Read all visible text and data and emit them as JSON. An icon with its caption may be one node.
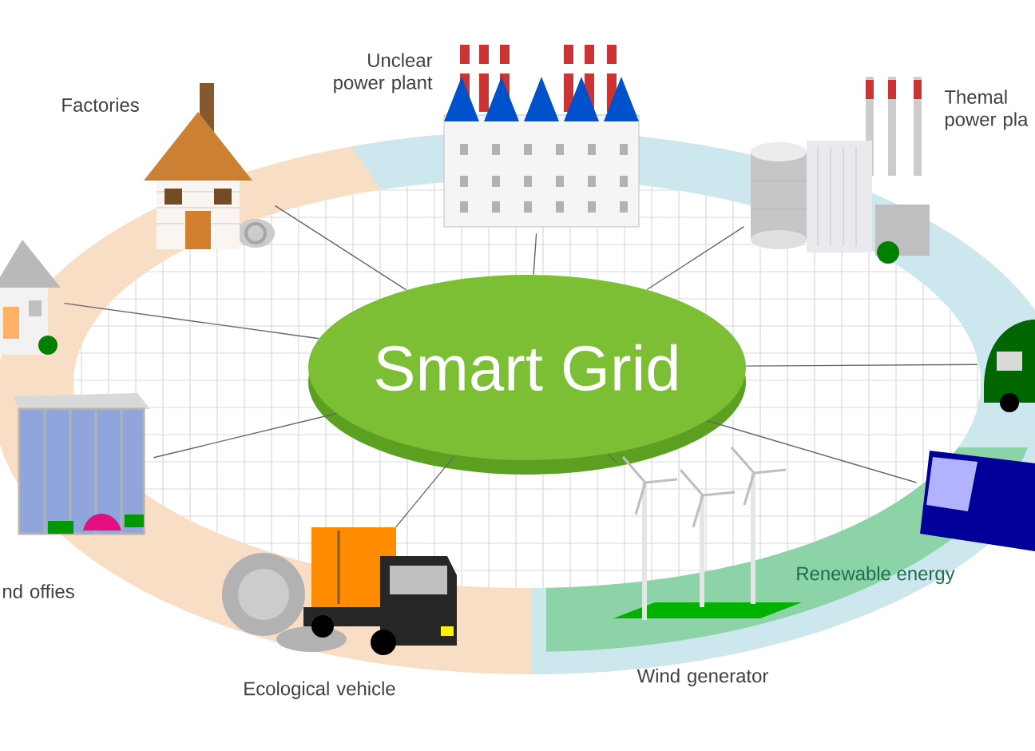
{
  "diagram": {
    "nodes": [
      {
        "text": [
          "Factories"
        ]
      },
      {
        "text": [
          "Unclear power plant"
        ]
      },
      {
        "text": [
          "Themal power pla"
        ]
      },
      {
        "text": [],
        "shape": "picture"
      },
      {
        "text": [
          "Smart Grid"
        ]
      },
      {
        "text": [],
        "shape": "picture"
      },
      {
        "text": [
          "nd offies"
        ]
      },
      {
        "text": [],
        "shape": "picture"
      },
      {
        "text": [
          "Ecological vehicle"
        ]
      },
      {
        "text": [
          "Wind generator"
        ]
      }
    ],
    "edges": [
      {
        "from": 4,
        "to": 0,
        "arrow": "none"
      },
      {
        "from": 4,
        "to": 1,
        "arrow": "none"
      },
      {
        "from": 4,
        "to": 2,
        "arrow": "none"
      },
      {
        "from": 4,
        "to": 3,
        "arrow": "none"
      },
      {
        "from": 4,
        "to": 5,
        "arrow": "none"
      },
      {
        "from": 4,
        "to": 6,
        "arrow": "none"
      },
      {
        "from": 4,
        "to": 7,
        "arrow": "none"
      },
      {
        "from": 4,
        "to": 8,
        "arrow": "none"
      },
      {
        "from": 4,
        "to": 9,
        "arrow": "none"
      }
    ],
    "labels": [
      "Renewable energy"
    ]
  }
}
